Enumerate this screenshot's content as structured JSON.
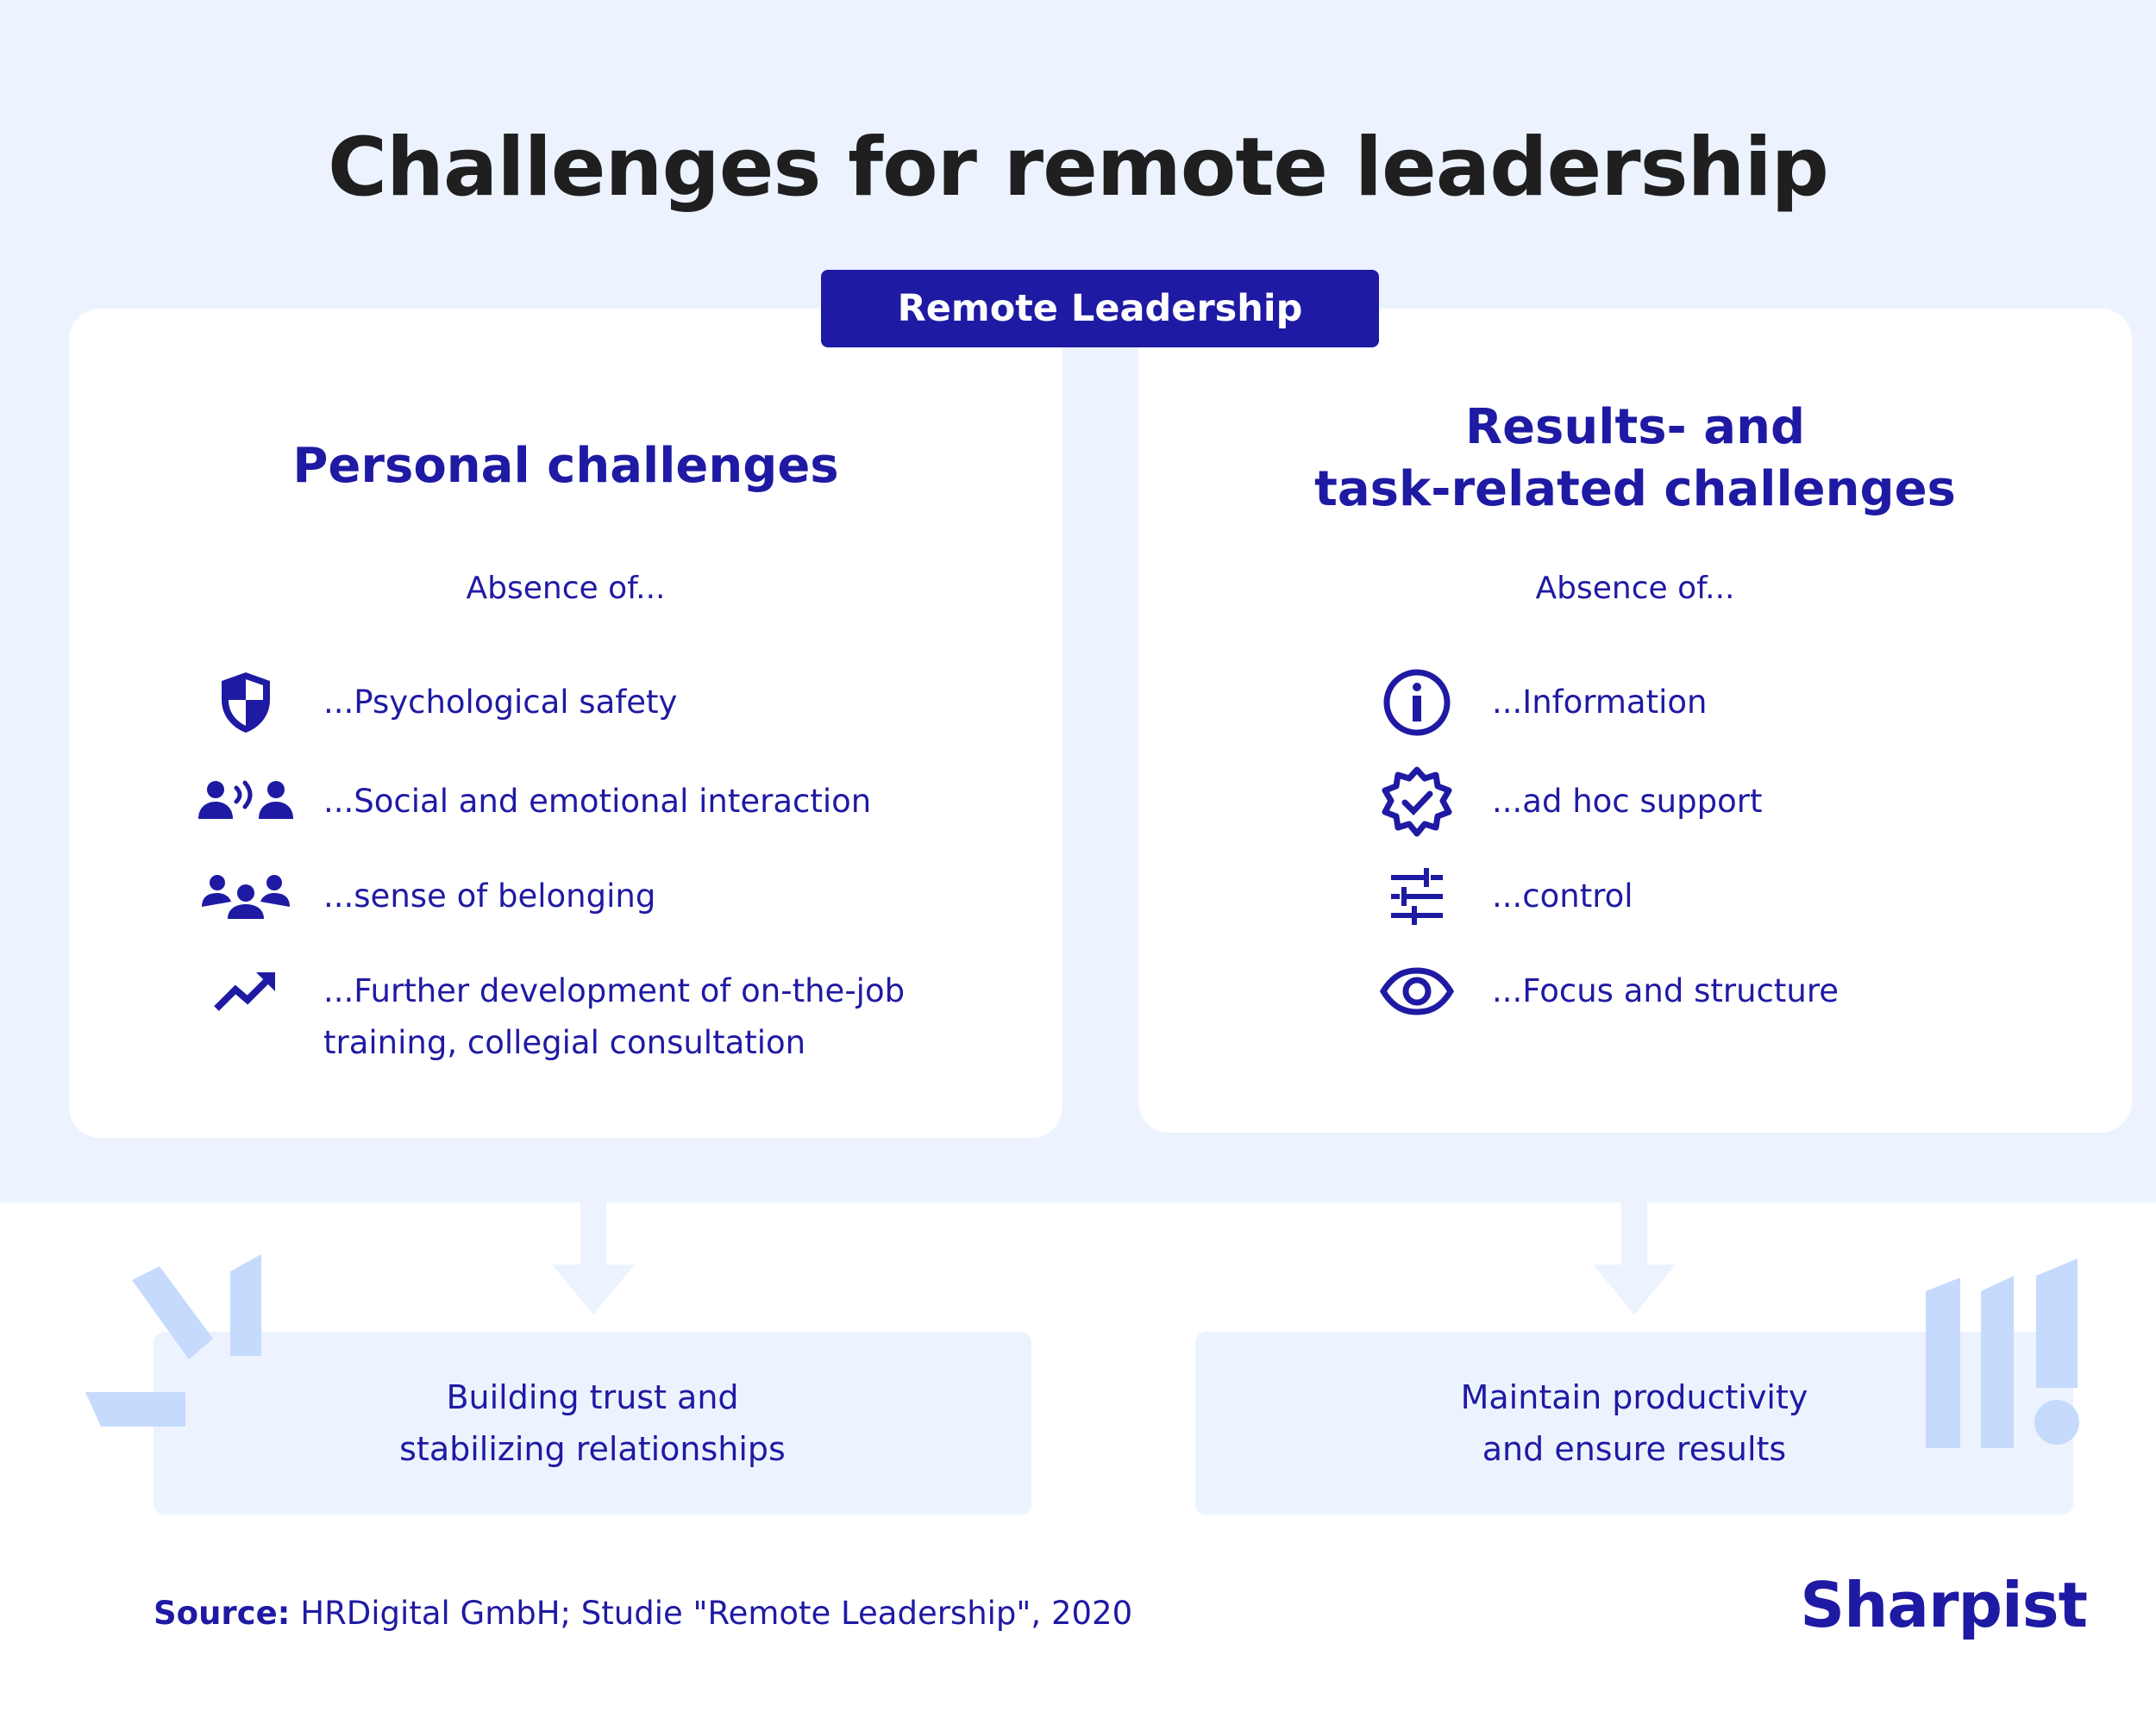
{
  "title": "Challenges for remote leadership",
  "center_label": "Remote Leadership",
  "left": {
    "heading": "Personal challenges",
    "absence": "Absence of...",
    "items": [
      {
        "icon": "shield-icon",
        "text": "...Psychological safety"
      },
      {
        "icon": "people-talking-icon",
        "text": "...Social and emotional interaction"
      },
      {
        "icon": "group-icon",
        "text": "...sense of belonging"
      },
      {
        "icon": "trending-up-icon",
        "line1": "...Further development of on-the-job",
        "line2": "training, collegial consultation"
      }
    ],
    "result_line1": "Building trust and",
    "result_line2": "stabilizing relationships"
  },
  "right": {
    "heading_line1": "Results- and",
    "heading_line2": "task-related challenges",
    "absence": "Absence of...",
    "items": [
      {
        "icon": "info-icon",
        "text": "...Information"
      },
      {
        "icon": "gear-check-icon",
        "text": "...ad hoc support"
      },
      {
        "icon": "sliders-icon",
        "text": "...control"
      },
      {
        "icon": "eye-icon",
        "text": "...Focus and structure"
      }
    ],
    "result_line1": "Maintain productivity",
    "result_line2": "and ensure results"
  },
  "source_label": "Source:",
  "source_text": " HRDigital GmbH; Studie \"Remote Leadership\", 2020",
  "brand": "Sharpist",
  "colors": {
    "background": "#ecf3ff",
    "accent": "#1f1aa3",
    "title": "#1f1f1f",
    "deco": "#c5dafc"
  }
}
